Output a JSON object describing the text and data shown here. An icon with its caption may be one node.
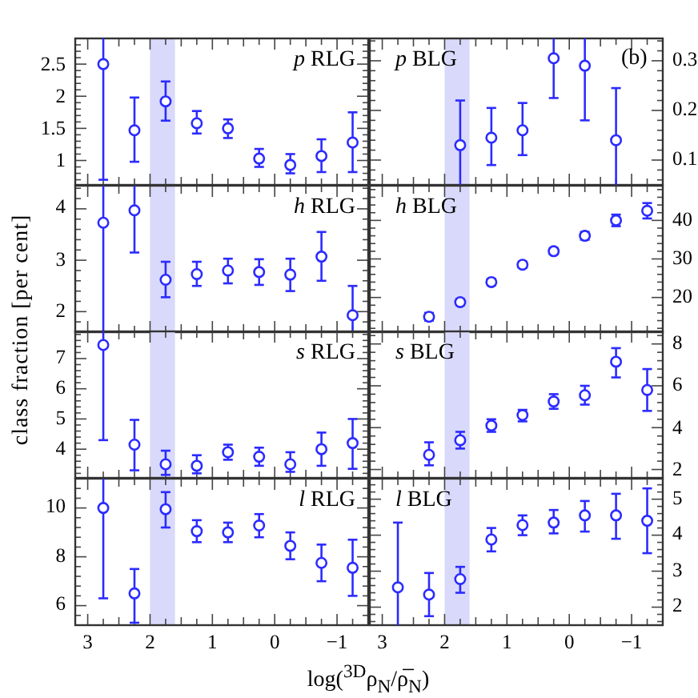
{
  "diagram": {
    "labels": [
      "(b)",
      "class fraction [per cent]",
      "log($^{3D}$ρ$_{N}$/ρ̅$_{N}$)"
    ],
    "chart_data": [
      {
        "type": "scatter",
        "title": "*p* RLG",
        "x": [
          2.75,
          2.25,
          1.75,
          1.25,
          0.75,
          0.25,
          -0.25,
          -0.75,
          -1.25
        ],
        "xlim": [
          3.2,
          -1.5
        ],
        "ylim": [
          0.62,
          2.9
        ],
        "yticks": [
          1,
          1.5,
          2,
          2.5
        ],
        "bands": [
          {
            "axis": "x",
            "from": 2.0,
            "to": 1.6
          }
        ],
        "series": [
          {
            "color": "#2b2bff",
            "values": [
              2.5,
              1.47,
              1.92,
              1.58,
              1.5,
              1.03,
              0.93,
              1.07,
              1.28
            ],
            "errors": [
              [
                0.7,
                2.9
              ],
              [
                0.98,
                1.98
              ],
              [
                1.62,
                2.23
              ],
              [
                1.42,
                1.77
              ],
              [
                1.35,
                1.64
              ],
              [
                0.9,
                1.18
              ],
              [
                0.8,
                1.1
              ],
              [
                0.82,
                1.33
              ],
              [
                0.82,
                1.75
              ]
            ]
          }
        ]
      },
      {
        "type": "scatter",
        "title": "*p* BLG",
        "x": [
          1.75,
          1.25,
          0.75,
          0.25,
          -0.25,
          -0.75
        ],
        "xlim": [
          3.2,
          -1.5
        ],
        "ylim": [
          0.05,
          0.345
        ],
        "yticks": [
          0.1,
          0.2,
          0.3
        ],
        "bands": [
          {
            "axis": "x",
            "from": 2.0,
            "to": 1.6
          }
        ],
        "series": [
          {
            "color": "#2b2bff",
            "values": [
              0.13,
              0.145,
              0.16,
              0.305,
              0.29,
              0.14
            ],
            "errors": [
              [
                0.05,
                0.22
              ],
              [
                0.09,
                0.205
              ],
              [
                0.11,
                0.215
              ],
              [
                0.225,
                0.345
              ],
              [
                0.18,
                0.345
              ],
              [
                0.05,
                0.245
              ]
            ]
          }
        ]
      },
      {
        "type": "scatter",
        "title": "*h* RLG",
        "x": [
          2.75,
          2.25,
          1.75,
          1.25,
          0.75,
          0.25,
          -0.25,
          -0.75,
          -1.25
        ],
        "xlim": [
          3.2,
          -1.5
        ],
        "ylim": [
          1.6,
          4.45
        ],
        "yticks": [
          2,
          3,
          4
        ],
        "bands": [
          {
            "axis": "x",
            "from": 2.0,
            "to": 1.6
          }
        ],
        "series": [
          {
            "color": "#2b2bff",
            "values": [
              3.73,
              3.97,
              2.62,
              2.73,
              2.8,
              2.77,
              2.72,
              3.07,
              1.93
            ],
            "errors": [
              [
                1.6,
                4.45
              ],
              [
                3.15,
                4.45
              ],
              [
                2.28,
                2.97
              ],
              [
                2.5,
                2.97
              ],
              [
                2.55,
                3.03
              ],
              [
                2.52,
                3.02
              ],
              [
                2.4,
                3.03
              ],
              [
                2.6,
                3.55
              ],
              [
                1.6,
                2.5
              ]
            ]
          }
        ]
      },
      {
        "type": "scatter",
        "title": "*h* BLG",
        "x": [
          2.25,
          1.75,
          1.25,
          0.75,
          0.25,
          -0.25,
          -0.75,
          -1.25
        ],
        "xlim": [
          3.2,
          -1.5
        ],
        "ylim": [
          11,
          49
        ],
        "yticks": [
          20,
          30,
          40
        ],
        "bands": [
          {
            "axis": "x",
            "from": 2.0,
            "to": 1.6
          }
        ],
        "series": [
          {
            "color": "#2b2bff",
            "values": [
              15,
              18.8,
              24,
              28.5,
              32,
              36,
              40,
              42.5
            ],
            "errors": [
              [
                14,
                16
              ],
              [
                18,
                19.6
              ],
              [
                23.2,
                24.8
              ],
              [
                27.7,
                29.3
              ],
              [
                31.2,
                32.8
              ],
              [
                35,
                37
              ],
              [
                38.5,
                41.5
              ],
              [
                40.5,
                44.5
              ]
            ]
          }
        ]
      },
      {
        "type": "scatter",
        "title": "*s* RLG",
        "x": [
          2.75,
          2.25,
          1.75,
          1.25,
          0.75,
          0.25,
          -0.25,
          -0.75,
          -1.25
        ],
        "xlim": [
          3.2,
          -1.5
        ],
        "ylim": [
          3.05,
          7.9
        ],
        "yticks": [
          4,
          5,
          6,
          7
        ],
        "bands": [
          {
            "axis": "x",
            "from": 2.0,
            "to": 1.6
          }
        ],
        "series": [
          {
            "color": "#2b2bff",
            "values": [
              7.45,
              4.15,
              3.5,
              3.45,
              3.9,
              3.75,
              3.5,
              4.0,
              4.2
            ],
            "errors": [
              [
                4.3,
                7.9
              ],
              [
                3.3,
                4.97
              ],
              [
                3.15,
                3.95
              ],
              [
                3.2,
                3.8
              ],
              [
                3.65,
                4.15
              ],
              [
                3.45,
                4.05
              ],
              [
                3.25,
                3.9
              ],
              [
                3.45,
                4.55
              ],
              [
                3.35,
                5.0
              ]
            ]
          }
        ]
      },
      {
        "type": "scatter",
        "title": "*s* BLG",
        "x": [
          2.25,
          1.75,
          1.25,
          0.75,
          0.25,
          -0.25,
          -0.75,
          -1.25
        ],
        "xlim": [
          3.2,
          -1.5
        ],
        "ylim": [
          1.6,
          8.6
        ],
        "yticks": [
          2,
          4,
          6,
          8
        ],
        "bands": [
          {
            "axis": "x",
            "from": 2.0,
            "to": 1.6
          }
        ],
        "series": [
          {
            "color": "#2b2bff",
            "values": [
              2.7,
              3.4,
              4.1,
              4.6,
              5.25,
              5.55,
              7.15,
              5.8
            ],
            "errors": [
              [
                2.2,
                3.3
              ],
              [
                3.0,
                3.8
              ],
              [
                3.8,
                4.4
              ],
              [
                4.3,
                4.85
              ],
              [
                4.9,
                5.6
              ],
              [
                5.1,
                6.0
              ],
              [
                6.4,
                7.8
              ],
              [
                4.8,
                6.8
              ]
            ]
          }
        ]
      },
      {
        "type": "scatter",
        "title": "*l* RLG",
        "x": [
          2.75,
          2.25,
          1.75,
          1.25,
          0.75,
          0.25,
          -0.25,
          -0.75,
          -1.25
        ],
        "xlim": [
          3.2,
          -1.5
        ],
        "ylim": [
          5.2,
          11.2
        ],
        "xticks": [
          3,
          2,
          1,
          0,
          {
            "value": -1,
            "label": "−1"
          }
        ],
        "yticks": [
          6,
          8,
          10
        ],
        "bands": [
          {
            "axis": "x",
            "from": 2.0,
            "to": 1.6
          }
        ],
        "series": [
          {
            "color": "#2b2bff",
            "values": [
              10.0,
              6.5,
              9.95,
              9.05,
              9.0,
              9.28,
              8.45,
              7.75,
              7.55
            ],
            "errors": [
              [
                6.3,
                11.2
              ],
              [
                5.3,
                7.5
              ],
              [
                9.2,
                10.65
              ],
              [
                8.6,
                9.5
              ],
              [
                8.6,
                9.4
              ],
              [
                8.8,
                9.75
              ],
              [
                7.9,
                9.0
              ],
              [
                7.0,
                8.5
              ],
              [
                6.4,
                8.7
              ]
            ]
          }
        ]
      },
      {
        "type": "scatter",
        "title": "*l* BLG",
        "x": [
          2.75,
          2.25,
          1.75,
          1.25,
          0.75,
          0.25,
          -0.25,
          -0.75,
          -1.25
        ],
        "xlim": [
          3.2,
          -1.5
        ],
        "ylim": [
          1.5,
          5.57
        ],
        "xticks": [
          3,
          2,
          1,
          0,
          {
            "value": -1,
            "label": "−1"
          }
        ],
        "yticks": [
          2,
          3,
          4,
          5
        ],
        "bands": [
          {
            "axis": "x",
            "from": 2.0,
            "to": 1.6
          }
        ],
        "series": [
          {
            "color": "#2b2bff",
            "values": [
              2.55,
              2.35,
              2.78,
              3.88,
              4.28,
              4.35,
              4.55,
              4.55,
              4.4
            ],
            "errors": [
              [
                1.5,
                4.35
              ],
              [
                1.75,
                2.95
              ],
              [
                2.4,
                3.12
              ],
              [
                3.55,
                4.2
              ],
              [
                4.0,
                4.55
              ],
              [
                4.05,
                4.7
              ],
              [
                4.1,
                4.95
              ],
              [
                3.9,
                5.15
              ],
              [
                3.5,
                5.3
              ]
            ]
          }
        ]
      }
    ]
  }
}
